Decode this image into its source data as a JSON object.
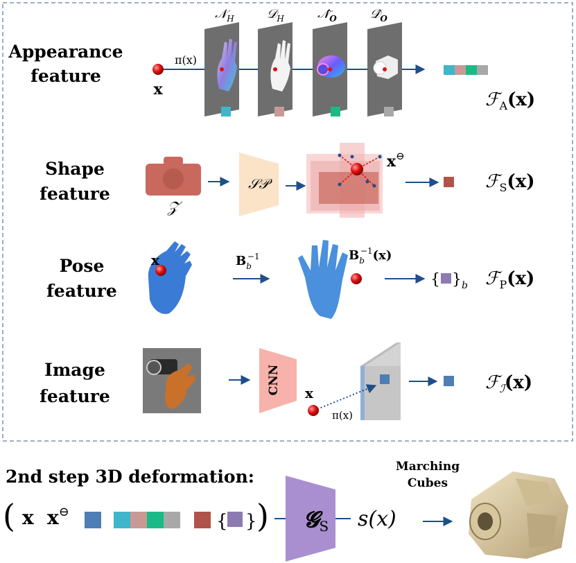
{
  "rows": {
    "appearance": {
      "label_line1": "Appearance",
      "label_line2": "feature",
      "x": "x",
      "projection": "π(x)",
      "plane_labels": [
        "𝒩",
        "𝒟",
        "𝒩̂",
        "𝒟̂"
      ],
      "plane_subs": [
        "H",
        "H",
        "O",
        "O"
      ],
      "output_symbol": "ℱ",
      "output_sub": "A",
      "output_arg": "(x)"
    },
    "shape": {
      "label_line1": "Shape",
      "label_line2": "feature",
      "latent": "𝒵",
      "network": "𝒮𝒫",
      "point": "x",
      "point_sup": "⊖",
      "output_symbol": "ℱ",
      "output_sub": "S",
      "output_arg": "(x)"
    },
    "pose": {
      "label_line1": "Pose",
      "label_line2": "feature",
      "x": "x",
      "transform": "B",
      "transform_sub": "b",
      "transform_sup": "−1",
      "transformed": "B",
      "transformed_sub": "b",
      "transformed_sup": "−1",
      "transformed_arg": "(x)",
      "set_open": "{",
      "set_close": "}",
      "set_sub": "b",
      "output_symbol": "ℱ",
      "output_sub": "P",
      "output_arg": "(x)"
    },
    "image": {
      "label_line1": "Image",
      "label_line2": "feature",
      "network": "CNN",
      "x": "x",
      "projection": "π(x)",
      "output_symbol": "ℱ",
      "output_sub": "ℐ",
      "output_arg": "(x)"
    }
  },
  "bottom": {
    "title": "2nd step 3D deformation:",
    "open_paren": "(",
    "close_paren": ")",
    "x": "x",
    "x_theta": "x",
    "x_theta_sup": "⊖",
    "set_open": "{",
    "set_close": "}",
    "network": "𝓖",
    "network_sub": "S",
    "output": "s(x)",
    "marching_line1": "Marching",
    "marching_line2": "Cubes"
  },
  "colors": {
    "border": "#7a93b6",
    "arrow": "#1f4e8c",
    "red_point": "#e01010",
    "plane": "#6e6e6e",
    "teal": "#3fb6c9",
    "pink": "#c99a95",
    "green": "#1aba86",
    "gray": "#a8a8a8",
    "brown": "#b0534a",
    "purple": "#8c7bb0",
    "blue": "#4f7db5",
    "sp_fill": "#fbe3c8",
    "cnn_fill": "#f7b3ab",
    "g_fill": "#a98fcf"
  }
}
